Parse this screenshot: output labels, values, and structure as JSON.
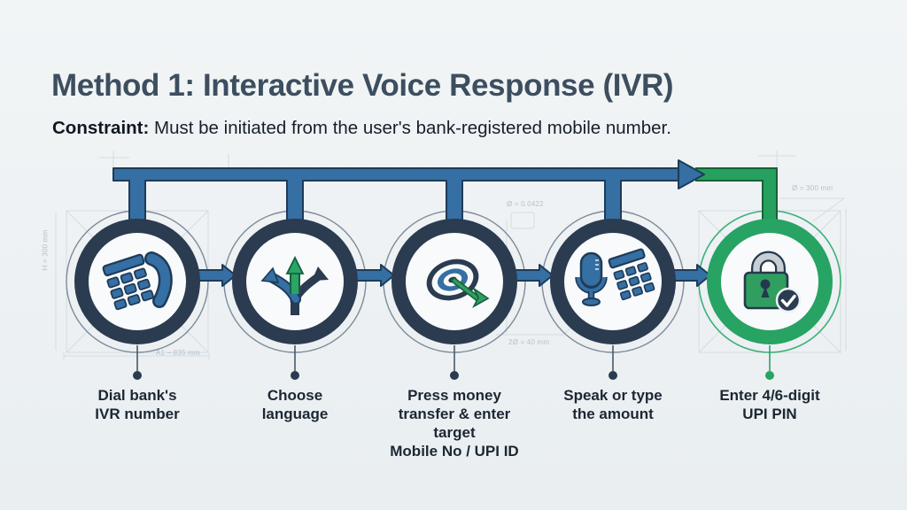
{
  "header": {
    "title": "Method 1: Interactive Voice Response (IVR)",
    "constraint_label": "Constraint:",
    "constraint_text": " Must be initiated from the user's bank-registered mobile number."
  },
  "steps": [
    {
      "name": "dial-ivr",
      "icon": "phone-keypad-icon",
      "lines": [
        "Dial bank's",
        "IVR number"
      ]
    },
    {
      "name": "choose-language",
      "icon": "branch-arrows-icon",
      "lines": [
        "Choose",
        "language"
      ]
    },
    {
      "name": "money-transfer",
      "icon": "target-dart-icon",
      "lines": [
        "Press money",
        "transfer & enter",
        "target",
        "Mobile No / UPI ID"
      ]
    },
    {
      "name": "enter-amount",
      "icon": "mic-keypad-icon",
      "lines": [
        "Speak or type",
        "the amount"
      ]
    },
    {
      "name": "upi-pin",
      "icon": "padlock-check-icon",
      "lines": [
        "Enter 4/6-digit",
        "UPI PIN"
      ]
    }
  ],
  "annotations": {
    "left_vertical": "H = 300 mm",
    "under_step1": "A1 – 835 mm",
    "step3_top": "Ø = 0.0422",
    "step3_bottom": "2Ø = 40 mm",
    "step5_top": "Ø = 300 mm"
  },
  "colors": {
    "background": "#edf1f3",
    "navy": "#2b3b50",
    "blue": "#356fa3",
    "green": "#27a363",
    "title": "#3d4e5f",
    "text": "#1c2733",
    "faint": "#b6c1ca"
  }
}
